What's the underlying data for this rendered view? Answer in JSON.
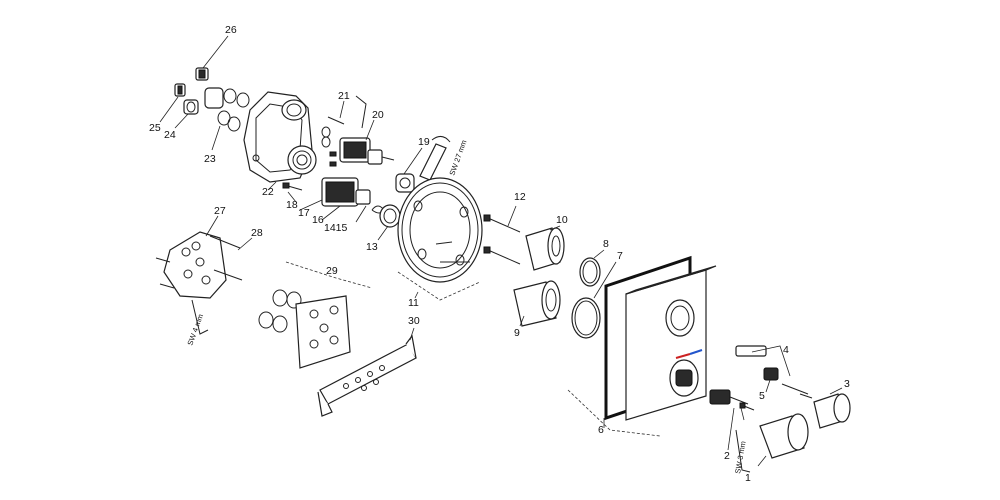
{
  "labels": {
    "p1": "1",
    "p2": "2",
    "p3": "3",
    "p4": "4",
    "p5": "5",
    "p6": "6",
    "p7": "7",
    "p8": "8",
    "p9": "9",
    "p10": "10",
    "p11": "11",
    "p12": "12",
    "p13": "13",
    "p14_15": "1415",
    "p16": "16",
    "p17": "17",
    "p18": "18",
    "p19": "19",
    "p20": "20",
    "p21": "21",
    "p22": "22",
    "p23": "23",
    "p24": "24",
    "p25": "25",
    "p26": "26",
    "p27": "27",
    "p28": "28",
    "p29": "29",
    "p30": "30"
  },
  "tools": {
    "sw27": "SW 27 mm",
    "sw4": "SW 4 mm",
    "sw3": "SW 3 mm"
  }
}
